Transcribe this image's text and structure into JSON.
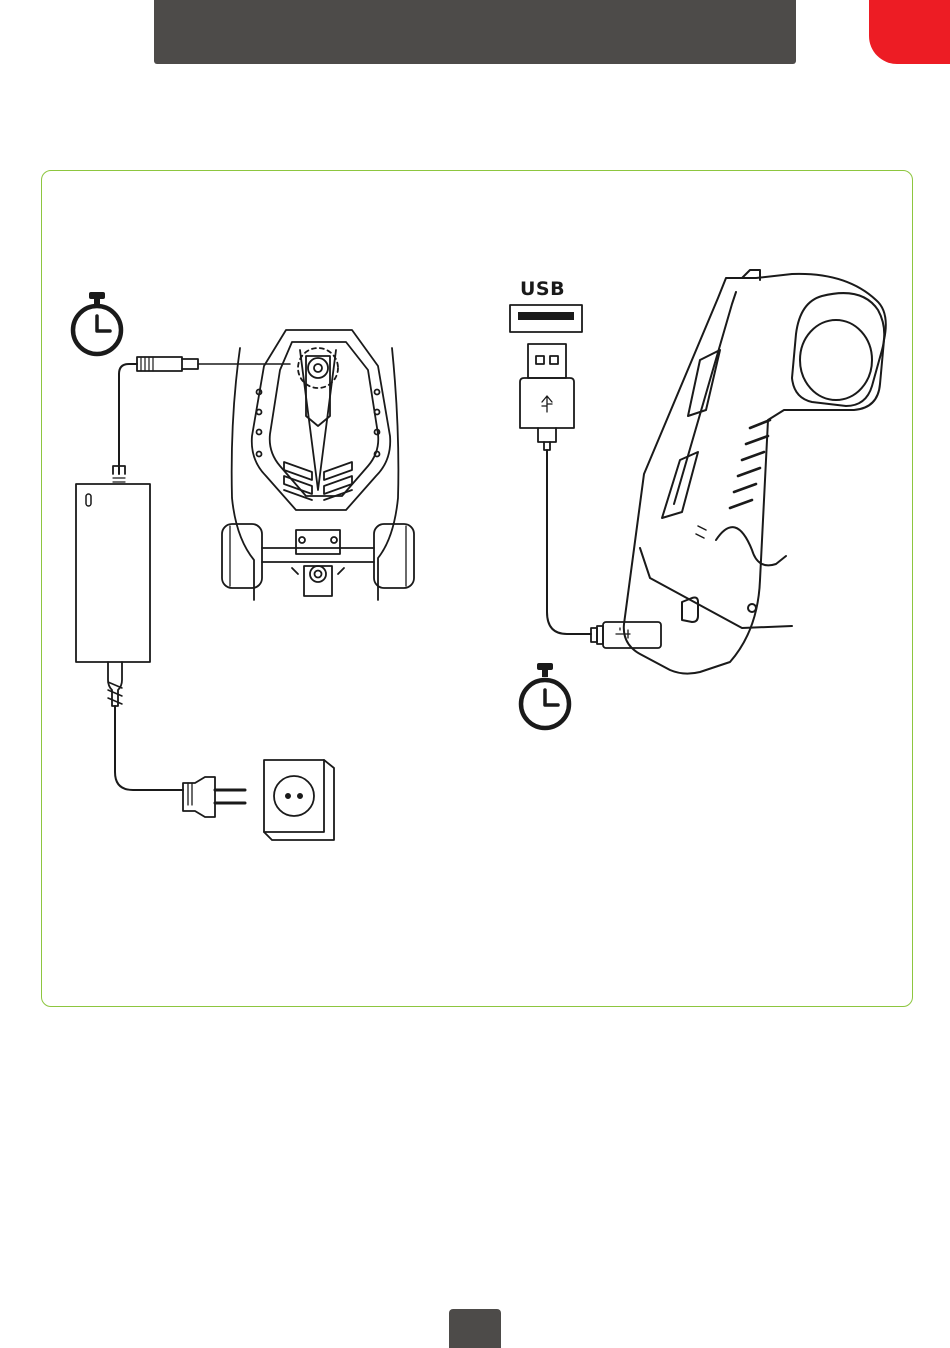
{
  "header": {
    "title_bar_color": "#4d4b49",
    "corner_tab_color": "#ed1c24"
  },
  "panel": {
    "border_color": "#8dc63f"
  },
  "left_diagram": {
    "icons": [
      "stopwatch-icon",
      "power-adapter",
      "dc-plug",
      "eu-plug",
      "wall-socket",
      "electric-skateboard-rear"
    ]
  },
  "right_diagram": {
    "usb_label": "USB",
    "icons": [
      "usb-port",
      "usb-a-connector",
      "usb-c-connector",
      "remote-controller",
      "stopwatch-icon"
    ]
  },
  "footer": {
    "page_tab_color": "#4d4b49"
  }
}
